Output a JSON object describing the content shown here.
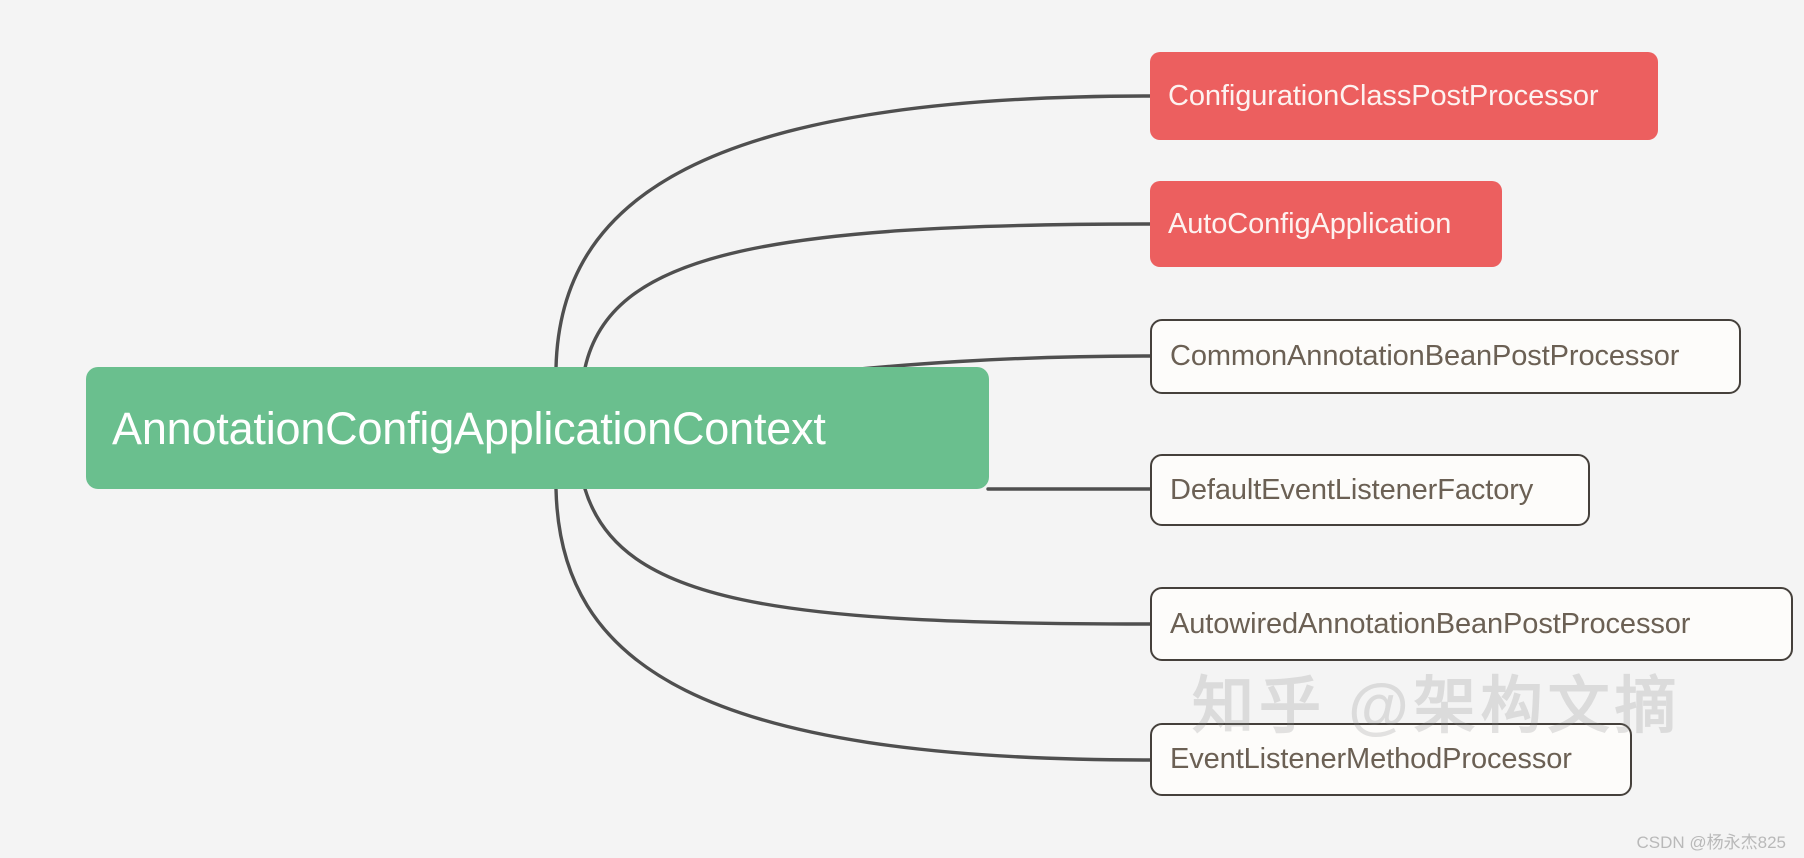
{
  "diagram": {
    "type": "mind-map",
    "background_color": "#f4f4f4",
    "edge_color": "#4f4f4f",
    "root": {
      "label": "AnnotationConfigApplicationContext",
      "fill": "#6ABF8E",
      "text_color": "#ffffff"
    },
    "children": [
      {
        "label": "ConfigurationClassPostProcessor",
        "style": "accent",
        "fill": "#EC5F5F",
        "text_color": "#fdf2f0"
      },
      {
        "label": "AutoConfigApplication",
        "style": "accent",
        "fill": "#EC5F5F",
        "text_color": "#fdf2f0"
      },
      {
        "label": "CommonAnnotationBeanPostProcessor",
        "style": "plain",
        "fill": "#fdfcfa",
        "text_color": "#6b6054"
      },
      {
        "label": "DefaultEventListenerFactory",
        "style": "plain",
        "fill": "#fdfcfa",
        "text_color": "#6b6054"
      },
      {
        "label": "AutowiredAnnotationBeanPostProcessor",
        "style": "plain",
        "fill": "#fdfcfa",
        "text_color": "#6b6054"
      },
      {
        "label": "EventListenerMethodProcessor",
        "style": "plain",
        "fill": "#fdfcfa",
        "text_color": "#6b6054"
      }
    ]
  },
  "watermarks": {
    "primary": "知乎 @架构文摘",
    "secondary": "CSDN @杨永杰825"
  }
}
